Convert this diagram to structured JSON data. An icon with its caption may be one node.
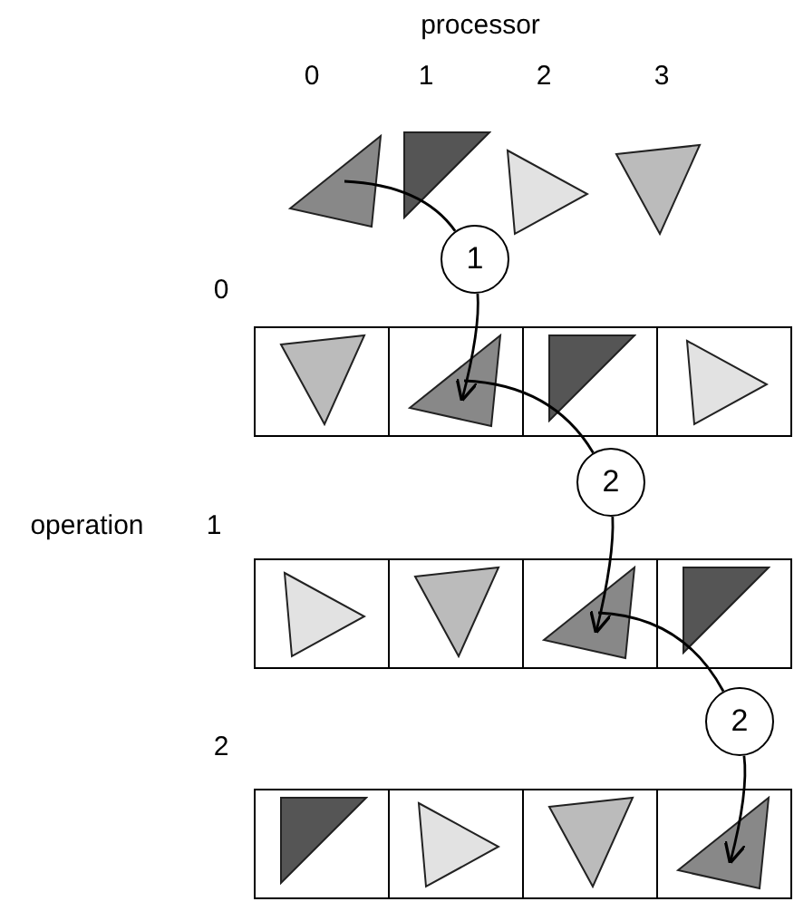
{
  "diagram": {
    "nodes": [
      {
        "text": [],
        "shape": "triangle"
      },
      {
        "text": [],
        "shape": "triangle"
      },
      {
        "text": [],
        "shape": "triangle"
      },
      {
        "text": [],
        "shape": "triangle"
      },
      {
        "text": [
          "1"
        ]
      },
      {
        "text": [],
        "shape": "triangle"
      },
      {
        "text": [],
        "shape": "triangle"
      },
      {
        "text": [],
        "shape": "triangle"
      },
      {
        "text": [],
        "shape": "triangle"
      },
      {
        "text": [
          "2"
        ]
      },
      {
        "text": [],
        "shape": "triangle"
      },
      {
        "text": [],
        "shape": "triangle"
      },
      {
        "text": [],
        "shape": "triangle"
      },
      {
        "text": [],
        "shape": "triangle"
      },
      {
        "text": [
          "2"
        ]
      },
      {
        "text": [],
        "shape": "triangle"
      },
      {
        "text": [],
        "shape": "triangle"
      },
      {
        "text": [],
        "shape": "triangle"
      },
      {
        "text": [],
        "shape": "triangle"
      }
    ],
    "edges": [
      {
        "from": 0,
        "to": 4,
        "arrow": "none"
      },
      {
        "from": 4,
        "to": 6,
        "arrow": "to"
      },
      {
        "from": 6,
        "to": 9,
        "arrow": "none"
      },
      {
        "from": 9,
        "to": 12,
        "arrow": "to"
      },
      {
        "from": 12,
        "to": 14,
        "arrow": "none"
      },
      {
        "from": 14,
        "to": 18,
        "arrow": "to"
      }
    ],
    "labels": [
      "processor",
      "0",
      "1",
      "2",
      "3",
      "0",
      "operation",
      "1",
      "2"
    ]
  }
}
